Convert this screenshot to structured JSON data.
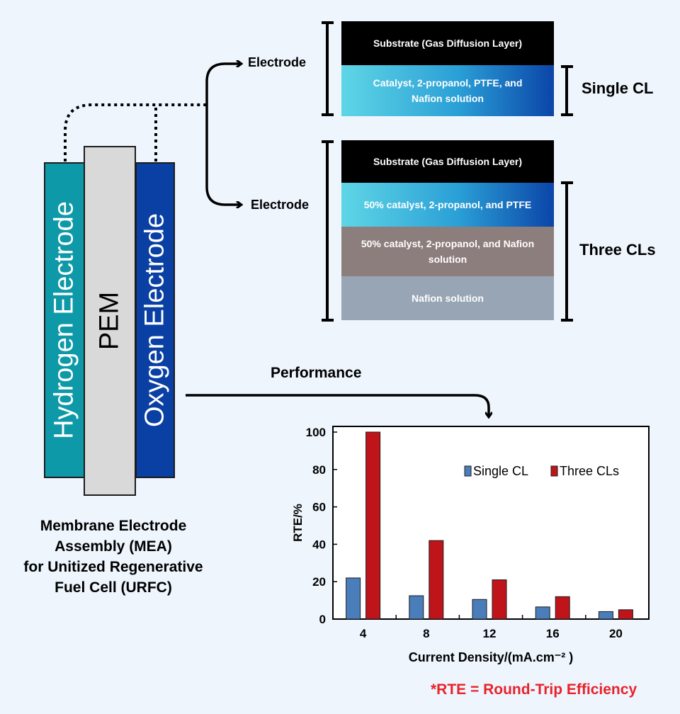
{
  "mea": {
    "hydrogen_label": "Hydrogen Electrode",
    "pem_label": "PEM",
    "oxygen_label": "Oxygen Electrode",
    "caption_lines": [
      "Membrane Electrode",
      "Assembly (MEA)",
      "for Unitized Regenerative",
      "Fuel Cell (URFC)"
    ],
    "colors": {
      "hydrogen": "#0e99a8",
      "pem": "#d9d9d9",
      "oxygen": "#0a3fa3"
    }
  },
  "top": {
    "electrode_label": "Electrode",
    "layers": [
      {
        "text": "Substrate (Gas Diffusion Layer)",
        "color": "#000000"
      },
      {
        "text": "Catalyst, 2-propanol, PTFE, and Nafion solution",
        "color": "#3ec3e3"
      }
    ],
    "bracket_label": "Single CL"
  },
  "bottom": {
    "electrode_label": "Electrode",
    "layers": [
      {
        "text": "Substrate (Gas Diffusion Layer)",
        "color": "#000000"
      },
      {
        "text": "50% catalyst, 2-propanol, and PTFE",
        "color": "#3ec3e3"
      },
      {
        "text": "50% catalyst, 2-propanol, and Nafion solution",
        "color": "#8c7e7c"
      },
      {
        "text": "Nafion solution",
        "color": "#98a5b4"
      }
    ],
    "bracket_label": "Three CLs"
  },
  "performance_label": "Performance",
  "footnote": "*RTE = Round-Trip Efficiency",
  "chart_data": {
    "type": "bar",
    "categories": [
      "4",
      "8",
      "12",
      "16",
      "20"
    ],
    "series": [
      {
        "name": "Single CL",
        "values": [
          22,
          12.5,
          10.5,
          6.5,
          4
        ],
        "color": "#4a7ebb"
      },
      {
        "name": "Three CLs",
        "values": [
          100,
          42,
          21,
          12,
          5
        ],
        "color": "#c0141b"
      }
    ],
    "xlabel": "Current Density/(mA.cm⁻² )",
    "ylabel": "RTE/%",
    "ylim": [
      0,
      100
    ],
    "yticks": [
      "0",
      "20",
      "40",
      "60",
      "80",
      "100"
    ],
    "legend": "top-right",
    "grid": false
  }
}
